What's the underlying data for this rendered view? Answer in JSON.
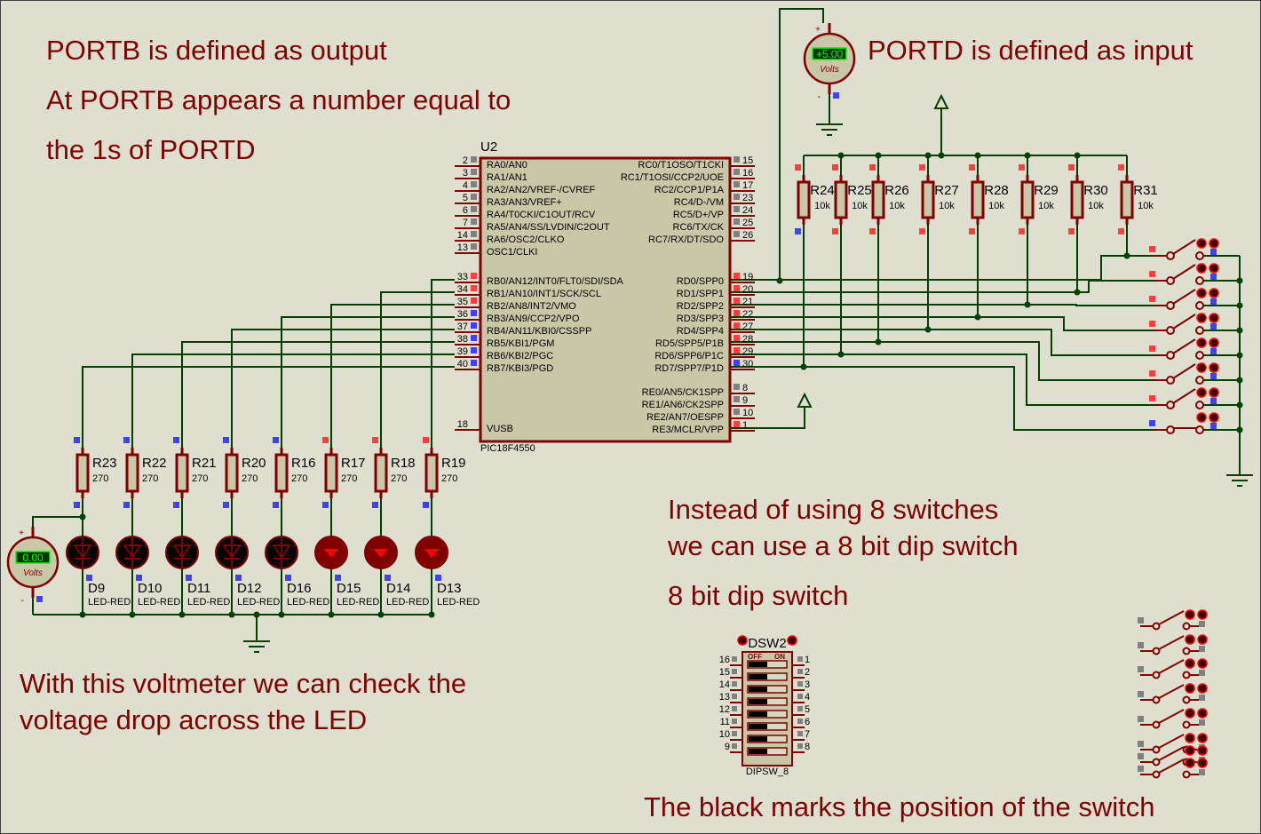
{
  "colors": {
    "wire": "#004000",
    "component": "#800000",
    "body": "#c8c8a8",
    "background": "#dfdfd0",
    "pin_high": "#ff4040",
    "pin_low": "#4040ff",
    "pin_float": "#808080",
    "led_on": "#ff0000",
    "led_off": "#000000",
    "meter_display": "#00ff00"
  },
  "annotations": [
    "PORTB is defined as output",
    "At PORTB appears a number equal to",
    "the 1s of PORTD",
    "PORTD is defined as input",
    "Instead of using 8 switches",
    "we can use a 8 bit dip switch",
    "8 bit dip switch",
    "With this voltmeter we can check the",
    "voltage drop across the LED",
    "The black marks the position of the switch"
  ],
  "chip": {
    "ref": "U2",
    "part": "PIC18F4550",
    "left_pins": [
      {
        "num": "2",
        "label": "RA0/AN0",
        "state": "float"
      },
      {
        "num": "3",
        "label": "RA1/AN1",
        "state": "float"
      },
      {
        "num": "4",
        "label": "RA2/AN2/VREF-/CVREF",
        "state": "float"
      },
      {
        "num": "5",
        "label": "RA3/AN3/VREF+",
        "state": "float"
      },
      {
        "num": "6",
        "label": "RA4/T0CKI/C1OUT/RCV",
        "state": "float"
      },
      {
        "num": "7",
        "label": "RA5/AN4/SS/LVDIN/C2OUT",
        "state": "float"
      },
      {
        "num": "14",
        "label": "RA6/OSC2/CLKO",
        "state": "float"
      },
      {
        "num": "13",
        "label": "OSC1/CLKI",
        "state": "float"
      },
      {
        "num": "33",
        "label": "RB0/AN12/INT0/FLT0/SDI/SDA",
        "state": "high"
      },
      {
        "num": "34",
        "label": "RB1/AN10/INT1/SCK/SCL",
        "state": "high"
      },
      {
        "num": "35",
        "label": "RB2/AN8/INT2/VMO",
        "state": "high"
      },
      {
        "num": "36",
        "label": "RB3/AN9/CCP2/VPO",
        "state": "low"
      },
      {
        "num": "37",
        "label": "RB4/AN11/KBI0/CSSPP",
        "state": "low"
      },
      {
        "num": "38",
        "label": "RB5/KBI1/PGM",
        "state": "low"
      },
      {
        "num": "39",
        "label": "RB6/KBI2/PGC",
        "state": "low"
      },
      {
        "num": "40",
        "label": "RB7/KBI3/PGD",
        "state": "low"
      },
      {
        "num": "18",
        "label": "VUSB",
        "state": "none"
      }
    ],
    "right_pins": [
      {
        "num": "15",
        "label": "RC0/T1OSO/T1CKI",
        "state": "float"
      },
      {
        "num": "16",
        "label": "RC1/T1OSI/CCP2/UOE",
        "state": "float"
      },
      {
        "num": "17",
        "label": "RC2/CCP1/P1A",
        "state": "float"
      },
      {
        "num": "23",
        "label": "RC4/D-/VM",
        "state": "float"
      },
      {
        "num": "24",
        "label": "RC5/D+/VP",
        "state": "float"
      },
      {
        "num": "25",
        "label": "RC6/TX/CK",
        "state": "float"
      },
      {
        "num": "26",
        "label": "RC7/RX/DT/SDO",
        "state": "float"
      },
      {
        "num": "19",
        "label": "RD0/SPP0",
        "state": "high"
      },
      {
        "num": "20",
        "label": "RD1/SPP1",
        "state": "high"
      },
      {
        "num": "21",
        "label": "RD2/SPP2",
        "state": "high"
      },
      {
        "num": "22",
        "label": "RD3/SPP3",
        "state": "high"
      },
      {
        "num": "27",
        "label": "RD4/SPP4",
        "state": "high"
      },
      {
        "num": "28",
        "label": "RD5/SPP5/P1B",
        "state": "high"
      },
      {
        "num": "29",
        "label": "RD6/SPP6/P1C",
        "state": "high"
      },
      {
        "num": "30",
        "label": "RD7/SPP7/P1D",
        "state": "low"
      },
      {
        "num": "8",
        "label": "RE0/AN5/CK1SPP",
        "state": "float"
      },
      {
        "num": "9",
        "label": "RE1/AN6/CK2SPP",
        "state": "float"
      },
      {
        "num": "10",
        "label": "RE2/AN7/OESPP",
        "state": "float"
      },
      {
        "num": "1",
        "label": "RE3/MCLR/VPP",
        "state": "high"
      }
    ]
  },
  "pullup_resistors": [
    {
      "ref": "R24",
      "value": "10k"
    },
    {
      "ref": "R25",
      "value": "10k"
    },
    {
      "ref": "R26",
      "value": "10k"
    },
    {
      "ref": "R27",
      "value": "10k"
    },
    {
      "ref": "R28",
      "value": "10k"
    },
    {
      "ref": "R29",
      "value": "10k"
    },
    {
      "ref": "R30",
      "value": "10k"
    },
    {
      "ref": "R31",
      "value": "10k"
    }
  ],
  "led_resistors": [
    {
      "ref": "R23",
      "value": "270"
    },
    {
      "ref": "R22",
      "value": "270"
    },
    {
      "ref": "R21",
      "value": "270"
    },
    {
      "ref": "R20",
      "value": "270"
    },
    {
      "ref": "R16",
      "value": "270"
    },
    {
      "ref": "R17",
      "value": "270"
    },
    {
      "ref": "R18",
      "value": "270"
    },
    {
      "ref": "R19",
      "value": "270"
    }
  ],
  "leds": [
    {
      "ref": "D9",
      "value": "LED-RED",
      "lit": false
    },
    {
      "ref": "D10",
      "value": "LED-RED",
      "lit": false
    },
    {
      "ref": "D11",
      "value": "LED-RED",
      "lit": false
    },
    {
      "ref": "D12",
      "value": "LED-RED",
      "lit": false
    },
    {
      "ref": "D16",
      "value": "LED-RED",
      "lit": false
    },
    {
      "ref": "D15",
      "value": "LED-RED",
      "lit": true
    },
    {
      "ref": "D14",
      "value": "LED-RED",
      "lit": true
    },
    {
      "ref": "D13",
      "value": "LED-RED",
      "lit": true
    }
  ],
  "voltmeters": [
    {
      "reading": "+5.00",
      "unit": "Volts",
      "plus": "+",
      "minus": "-"
    },
    {
      "reading": "0.00",
      "unit": "Volts",
      "plus": "+",
      "minus": "-"
    }
  ],
  "switches_closed": [
    false,
    false,
    false,
    false,
    false,
    false,
    false,
    true
  ],
  "dipswitch": {
    "ref": "DSW2",
    "part": "DIPSW_8",
    "off_label": "OFF",
    "on_label": "ON",
    "left_pins": [
      "16",
      "15",
      "14",
      "13",
      "12",
      "11",
      "10",
      "9"
    ],
    "right_pins": [
      "1",
      "2",
      "3",
      "4",
      "5",
      "6",
      "7",
      "8"
    ],
    "positions": [
      "off",
      "off",
      "off",
      "off",
      "off",
      "off",
      "off",
      "off"
    ]
  }
}
